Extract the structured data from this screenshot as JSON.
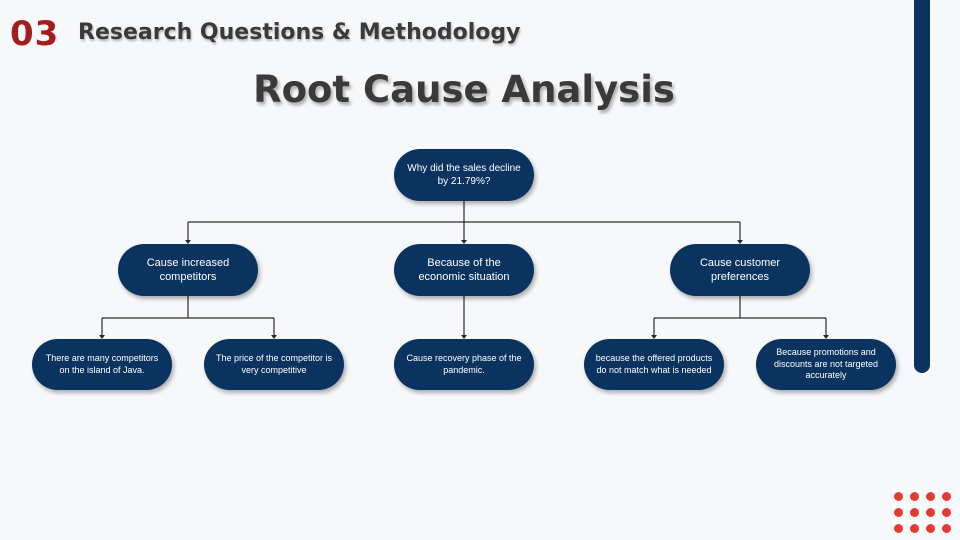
{
  "header": {
    "section_number": "03",
    "section_title": "Research Questions & Methodology"
  },
  "title": "Root Cause Analysis",
  "diagram": {
    "root": "Why did the sales decline by 21.79%?",
    "causes": [
      {
        "label": "Cause increased competitors",
        "details": [
          "There are many competitors on the island of Java.",
          "The price of the competitor is very competitive"
        ]
      },
      {
        "label": "Because of the economic situation",
        "details": [
          "Cause recovery phase of the pandemic."
        ]
      },
      {
        "label": "Cause customer preferences",
        "details": [
          "because the offered products do not match what is needed",
          "Because promotions and discounts are not targeted accurately"
        ]
      }
    ]
  },
  "colors": {
    "node_fill": "#0b3360",
    "accent_red": "#a31d1d",
    "dots": "#e53935"
  }
}
